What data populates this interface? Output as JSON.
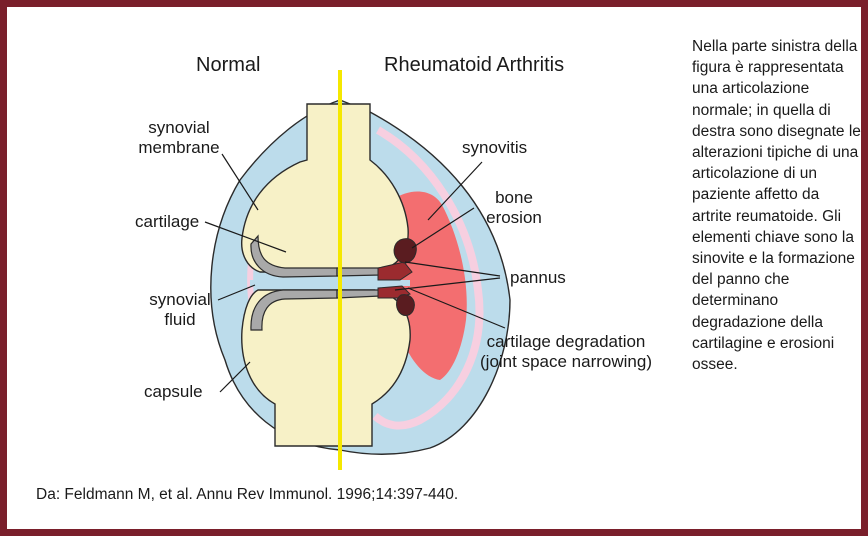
{
  "headers": {
    "normal": "Normal",
    "ra": "Rheumatoid Arthritis"
  },
  "labels": {
    "synovial_membrane": [
      "synovial",
      "membrane"
    ],
    "cartilage": "cartilage",
    "synovial_fluid": [
      "synovial",
      "fluid"
    ],
    "capsule": "capsule",
    "synovitis": "synovitis",
    "bone_erosion": [
      "bone",
      "erosion"
    ],
    "pannus": "pannus",
    "cartilage_degradation": [
      "cartilage degradation",
      "(joint space narrowing)"
    ]
  },
  "side_text": "Nella parte sinistra della figura è rappresentata una articolazione normale; in quella di destra sono disegnate le alterazioni tipiche di una articolazione di un paziente affetto da artrite reumatoide. Gli elementi chiave sono la sinovite e la formazione del panno che determinano degradazione della cartilagine e erosioni ossee.",
  "citation": "Da: Feldmann M, et al. Annu Rev Immunol. 1996;14:397-440.",
  "colors": {
    "border": "#7a1f2b",
    "capsule_fill": "#bcdceb",
    "bone_fill": "#f7f1c7",
    "cartilage_fill": "#a9a9a9",
    "membrane_pink": "#f7cfe0",
    "synovitis_red": "#f36e70",
    "erosion_dark": "#5a1c20",
    "divider_yellow": "#f5e800"
  }
}
